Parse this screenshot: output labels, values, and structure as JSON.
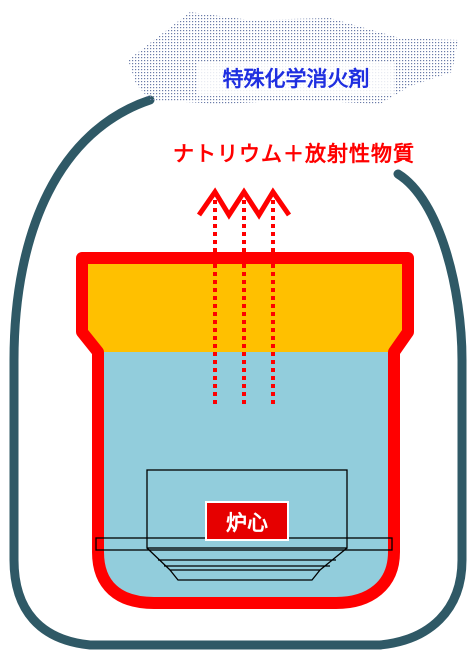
{
  "labels": {
    "extinguisher": "特殊化学消火剤",
    "release": "ナトリウム＋放射性物質",
    "core": "炉心"
  },
  "colors": {
    "containment": "#2f5966",
    "vessel_outline": "#ff0000",
    "argon_gas": "#ffc000",
    "sodium": "#92cddc",
    "extinguisher_text": "#1f2fe0",
    "release_text": "#ff0000",
    "core_label_bg": "#e60000",
    "core_label_text": "#ffffff",
    "cloud_dots": "#6a7ba8"
  }
}
